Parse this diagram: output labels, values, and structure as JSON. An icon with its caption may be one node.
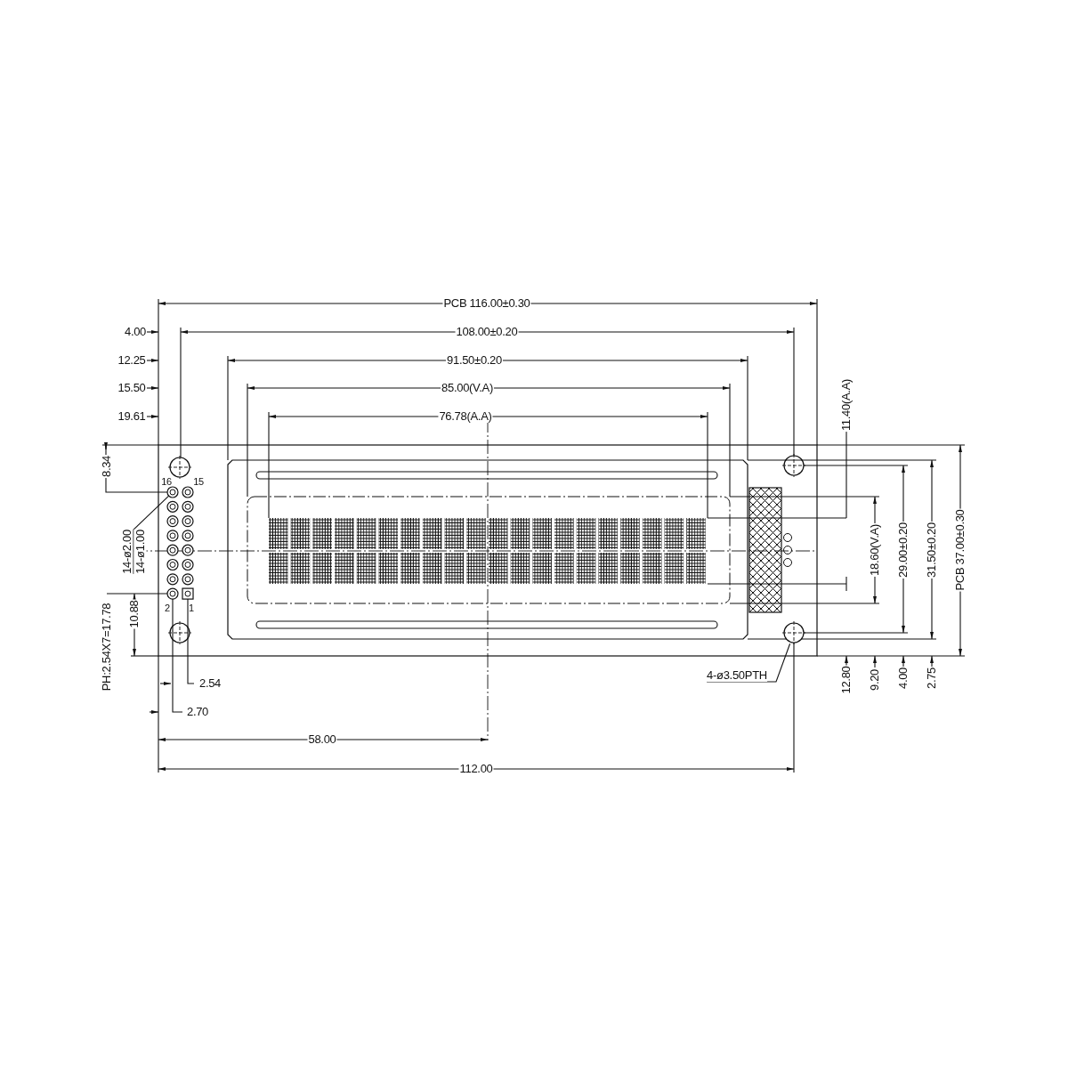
{
  "diagram": {
    "nodes": [
      {
        "text": [
          "4-ø3.50PTH"
        ]
      },
      {
        "text": [],
        "shape": "circle"
      },
      {
        "text": [
          "14-ø2.00",
          "14-ø1.00"
        ]
      },
      {
        "text": [],
        "shape": "circle"
      }
    ],
    "edges": [
      {
        "from": 0,
        "to": 1,
        "arrow": "none"
      },
      {
        "from": 2,
        "to": 3,
        "arrow": "none"
      }
    ],
    "labels": [
      "PCB 116.00±0.30",
      "4.00",
      "108.00±0.20",
      "12.25",
      "91.50±0.20",
      "15.50",
      "85.00(V.A)",
      "19.61",
      "76.78(A.A)",
      "11.40(A.A)",
      "8.34",
      "16",
      "15",
      "18.60(V.A)",
      "29.00±0.20",
      "31.50±0.20",
      "PCB 37.00±0.30",
      "2",
      "1",
      "PH:2.54X7=17.78",
      "10.88",
      "12.80",
      "9.20",
      "4.00",
      "2.75",
      "2.54",
      "2.70",
      "58.00",
      "112.00"
    ]
  }
}
